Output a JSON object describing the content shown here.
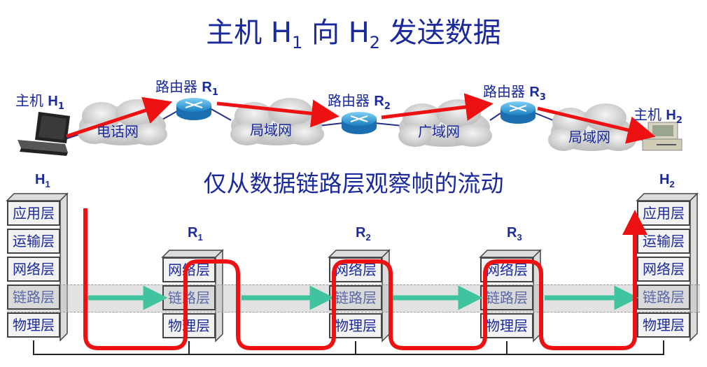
{
  "title": {
    "text_a": "主机 H",
    "sub_a": "1",
    "text_b": " 向 H",
    "sub_b": "2",
    "text_c": " 发送数据"
  },
  "subtitle": "仅从数据链路层观察帧的流动",
  "network": {
    "host1_label": "主机 ",
    "host1_name": "H",
    "host1_sub": "1",
    "host2_label": "主机 ",
    "host2_name": "H",
    "host2_sub": "2",
    "routers": [
      {
        "label": "路由器 ",
        "name": "R",
        "sub": "1"
      },
      {
        "label": "路由器 ",
        "name": "R",
        "sub": "2"
      },
      {
        "label": "路由器 ",
        "name": "R",
        "sub": "3"
      }
    ],
    "clouds": [
      "电话网",
      "局域网",
      "广域网",
      "局域网"
    ]
  },
  "stacks": {
    "h1": {
      "name": "H",
      "sub": "1",
      "layers": [
        "应用层",
        "运输层",
        "网络层",
        "链路层",
        "物理层"
      ]
    },
    "h2": {
      "name": "H",
      "sub": "2",
      "layers": [
        "应用层",
        "运输层",
        "网络层",
        "链路层",
        "物理层"
      ]
    },
    "r1": {
      "name": "R",
      "sub": "1",
      "layers": [
        "网络层",
        "链路层",
        "物理层"
      ]
    },
    "r2": {
      "name": "R",
      "sub": "2",
      "layers": [
        "网络层",
        "链路层",
        "物理层"
      ]
    },
    "r3": {
      "name": "R",
      "sub": "3",
      "layers": [
        "网络层",
        "链路层",
        "物理层"
      ]
    }
  },
  "colors": {
    "title": "#1a2a9c",
    "arrow_red": "#ee1111",
    "arrow_green": "#40c4a0",
    "router": "#2a9ad8"
  }
}
